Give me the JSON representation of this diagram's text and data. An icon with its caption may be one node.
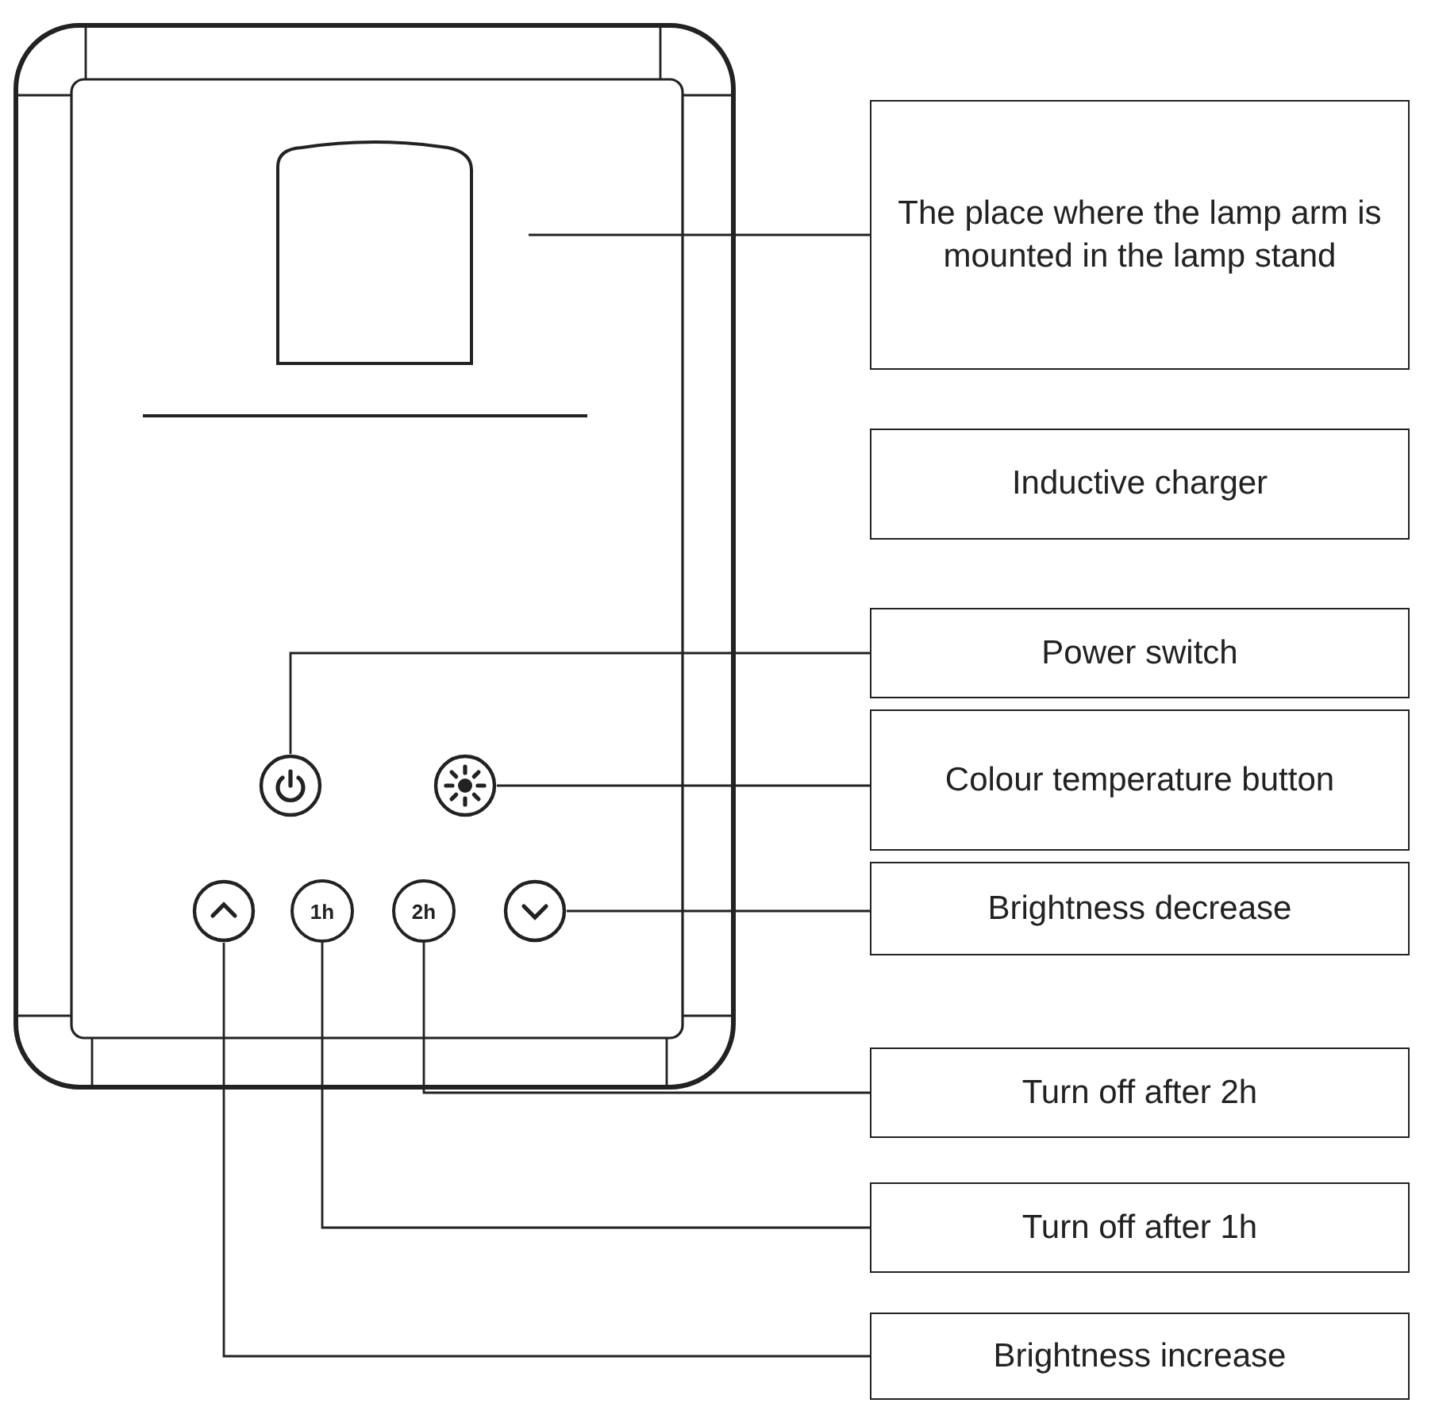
{
  "diagram": {
    "nodes": [
      {
        "text": [
          "The place where the lamp arm is mounted in the lamp stand"
        ]
      },
      {
        "text": [
          "Inductive charger"
        ]
      },
      {
        "text": [
          "Power switch"
        ]
      },
      {
        "text": [
          "Colour temperature button"
        ]
      },
      {
        "text": [
          "Brightness decrease"
        ]
      },
      {
        "text": [
          "Turn off after 2h"
        ]
      },
      {
        "text": [
          "Turn off after 1h"
        ]
      },
      {
        "text": [
          "Brightness increase"
        ]
      },
      {
        "text": [],
        "shape": "circle"
      },
      {
        "text": [],
        "shape": "circle"
      },
      {
        "text": [],
        "shape": "circle"
      },
      {
        "text": [
          "1h"
        ]
      },
      {
        "text": [
          "2h"
        ]
      },
      {
        "text": [],
        "shape": "circle"
      }
    ],
    "edges": [
      {
        "from": 0,
        "to": null,
        "arrow": "none"
      },
      {
        "from": 2,
        "to": 8,
        "arrow": "none"
      },
      {
        "from": 3,
        "to": 9,
        "arrow": "none"
      },
      {
        "from": 4,
        "to": 13,
        "arrow": "none"
      },
      {
        "from": 5,
        "to": 12,
        "arrow": "none"
      },
      {
        "from": 6,
        "to": 11,
        "arrow": "none"
      },
      {
        "from": 7,
        "to": 10,
        "arrow": "none"
      }
    ]
  }
}
